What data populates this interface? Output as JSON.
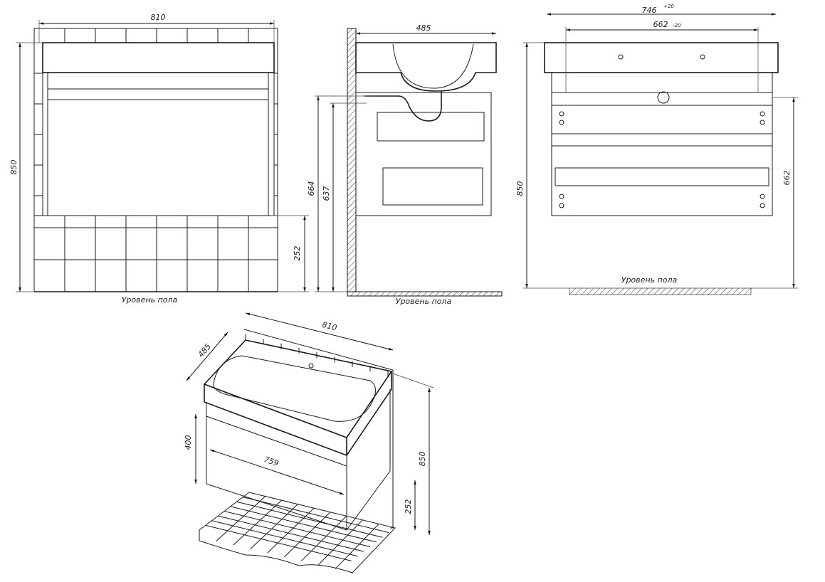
{
  "front_view": {
    "width": "810",
    "height": "850",
    "floor_to_cabinet": "252",
    "floor_label": "Уровень пола"
  },
  "side_view": {
    "depth": "485",
    "height_664": "664",
    "height_637": "637",
    "floor_label": "Уровень пола"
  },
  "rear_view": {
    "width_outer": "746",
    "width_outer_tol": "+20",
    "width_inner": "662",
    "width_inner_tol": "-20",
    "height": "850",
    "mount_height": "662",
    "floor_label": "Уровень пола"
  },
  "iso_view": {
    "width": "810",
    "depth": "485",
    "drawer_height": "400",
    "drawer_width": "759",
    "height": "850",
    "floor_to_cabinet": "252"
  }
}
